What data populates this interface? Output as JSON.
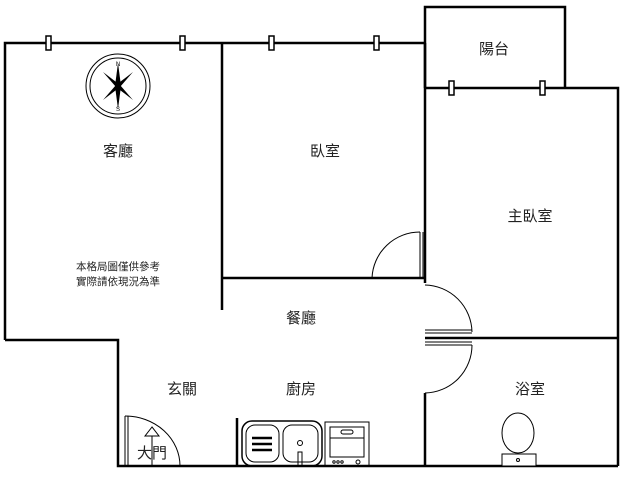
{
  "rooms": {
    "living": "客廳",
    "bedroom": "臥室",
    "balcony": "陽台",
    "master_bedroom": "主臥室",
    "dining": "餐廳",
    "entrance": "玄關",
    "kitchen": "廚房",
    "bathroom": "浴室",
    "main_door": "大門"
  },
  "notes": [
    "本格局圖僅供參考",
    "實際請依現況為準"
  ],
  "compass": {
    "north": "N",
    "south": "S"
  }
}
